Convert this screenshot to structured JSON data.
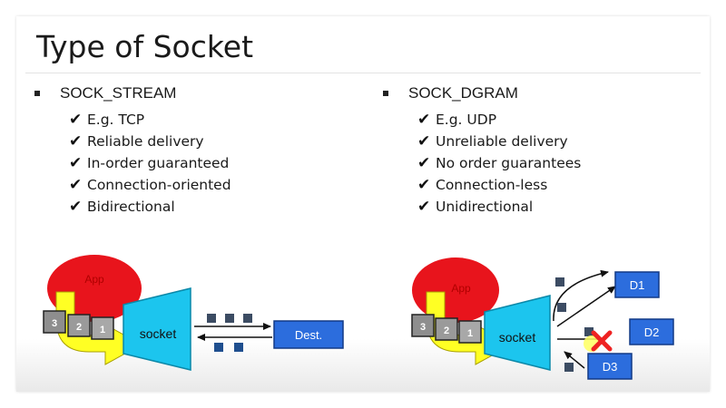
{
  "title": "Type of Socket",
  "left": {
    "heading": "SOCK_STREAM",
    "items": [
      "E.g. TCP",
      "Reliable delivery",
      "In-order guaranteed",
      "Connection-oriented",
      "Bidirectional"
    ],
    "diagram": {
      "app": "App",
      "socket": "socket",
      "dest": "Dest.",
      "packets": [
        "3",
        "2",
        "1"
      ]
    }
  },
  "right": {
    "heading": "SOCK_DGRAM",
    "items": [
      "E.g. UDP",
      "Unreliable delivery",
      "No order guarantees",
      "Connection-less",
      "Unidirectional"
    ],
    "diagram": {
      "app": "App",
      "socket": "socket",
      "packets": [
        "3",
        "2",
        "1"
      ],
      "dests": [
        "D1",
        "D2",
        "D3"
      ]
    }
  },
  "icons": {
    "check": "check-icon",
    "bullet": "square-bullet",
    "cross": "red-x-icon"
  },
  "colors": {
    "app": "#e8141c",
    "socket": "#1cc5ee",
    "arrow": "#ffff24",
    "dest": "#2c6ddd",
    "packet": "#3c4c63",
    "packet_gray": "#8e8e8e",
    "cross": "#ee2222"
  }
}
